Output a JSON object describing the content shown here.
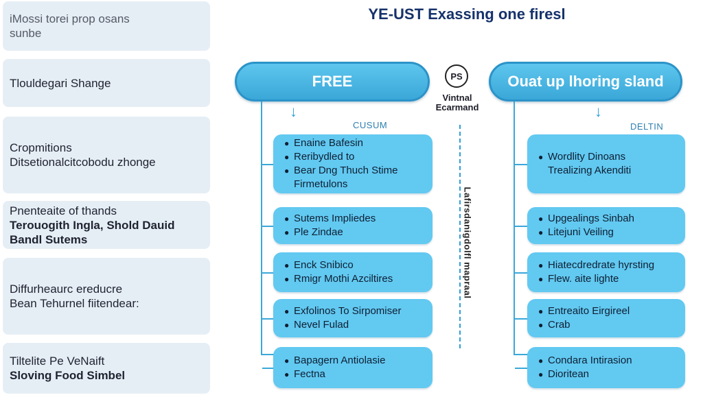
{
  "title": "YE-UST Exassing one firesl",
  "sidebar": [
    {
      "lines": [
        "iMossi torei prop osans",
        "sunbe"
      ]
    },
    {
      "lines": [
        "Tlouldegari Shange"
      ]
    },
    {
      "lines": [
        "Cropmitions",
        "Ditsetionalcitcobodu zhonge"
      ]
    },
    {
      "lines": [
        "Pnenteaite of thands",
        "Terouogith Ingla, Shold Dauid",
        "Bandl Sutems"
      ]
    },
    {
      "lines": [
        "Diffurheaurc ereducre",
        "Bean Tehurnel fiitendear:"
      ]
    },
    {
      "lines": [
        "Tiltelite Pe VeNaift",
        "Sloving Food Simbel"
      ]
    }
  ],
  "left_pill": "FREE",
  "right_pill": "Ouat up lhoring sland",
  "emblem": {
    "badge": "PS",
    "label_1": "Vintnal",
    "label_2": "Ecarmand"
  },
  "vertical_label": "Lafirsdanigdolfl mapraal",
  "left_column": {
    "label": "CUSUM",
    "cards": [
      {
        "items": [
          [
            "Enaine Bafesin"
          ],
          [
            "Reribydled to"
          ],
          [
            "Bear Dng Thuch Stime",
            "Firmetulons"
          ]
        ]
      },
      {
        "items": [
          [
            "Sutems Impliedes"
          ],
          [
            "Ple Zindae"
          ]
        ]
      },
      {
        "items": [
          [
            "Enck Snibico"
          ],
          [
            "Rmigr Mothi Azciltires"
          ]
        ]
      },
      {
        "items": [
          [
            "Exfolinos To Sirpomiser"
          ],
          [
            "Nevel Fulad"
          ]
        ]
      },
      {
        "items": [
          [
            "Bapagern Antiolasie"
          ],
          [
            "Fectna"
          ]
        ]
      }
    ]
  },
  "right_column": {
    "label": "DELTIN",
    "cards": [
      {
        "items": [
          [
            "Wordlity Dinoans",
            "Trealizing Akenditi"
          ]
        ]
      },
      {
        "items": [
          [
            "Upgealings Sinbah"
          ],
          [
            "Litejuni Veiling"
          ]
        ]
      },
      {
        "items": [
          [
            "Hiatecdredrate hyrsting"
          ],
          [
            "Flew. aite lighte"
          ]
        ]
      },
      {
        "items": [
          [
            "Entreaito Eirgireel"
          ],
          [
            "Crab"
          ]
        ]
      },
      {
        "items": [
          [
            "Condara Intirasion"
          ],
          [
            "Dioritean"
          ]
        ]
      }
    ]
  }
}
